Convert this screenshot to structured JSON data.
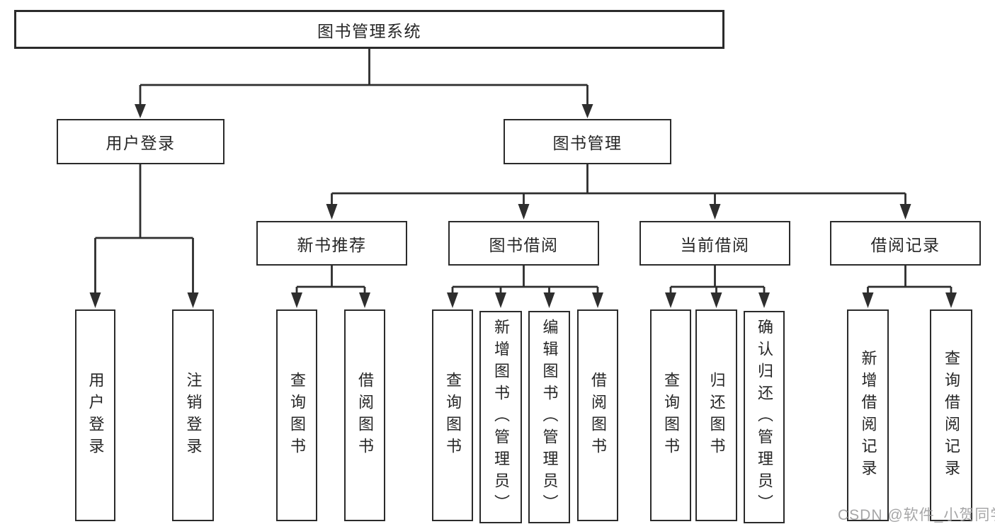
{
  "nodes": {
    "root": "图书管理系统",
    "l2": [
      "用户登录",
      "图书管理"
    ],
    "l3": [
      "新书推荐",
      "图书借阅",
      "当前借阅",
      "借阅记录"
    ],
    "leaves": {
      "user_login": [
        "用户登录",
        "注销登录"
      ],
      "new_book": [
        "查询图书",
        "借阅图书"
      ],
      "book_borrow": [
        "查询图书",
        "新增图书（管理员）",
        "编辑图书（管理员）",
        "借阅图书"
      ],
      "current_borrow": [
        "查询图书",
        "归还图书",
        "确认归还（管理员）"
      ],
      "borrow_record": [
        "新增借阅记录",
        "查询借阅记录"
      ]
    }
  },
  "watermark": "CSDN @软件_小贺同学",
  "colors": {
    "line": "#2e2e2e",
    "box_border": "#2b2b2b",
    "text": "#262626",
    "watermark": "#9e9ea0",
    "background": "#ffffff"
  }
}
